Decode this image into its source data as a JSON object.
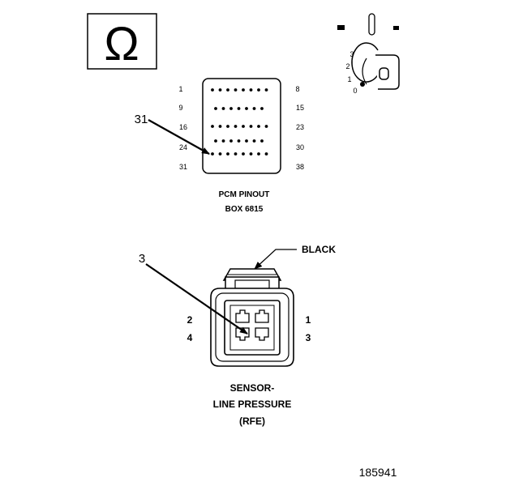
{
  "ohm_symbol": "Ω",
  "key_positions": [
    "3",
    "2",
    "1",
    "0"
  ],
  "pcm": {
    "pins_left": [
      "1",
      "9",
      "16",
      "24",
      "31"
    ],
    "pins_right": [
      "8",
      "15",
      "23",
      "30",
      "38"
    ],
    "callout": "31",
    "label_line1": "PCM PINOUT",
    "label_line2": "BOX 6815"
  },
  "sensor": {
    "callout": "3",
    "wire_color": "BLACK",
    "pin_2": "2",
    "pin_4": "4",
    "pin_1": "1",
    "pin_3": "3",
    "label_line1": "SENSOR-",
    "label_line2": "LINE PRESSURE",
    "label_line3": "(RFE)"
  },
  "figure_number": "185941"
}
